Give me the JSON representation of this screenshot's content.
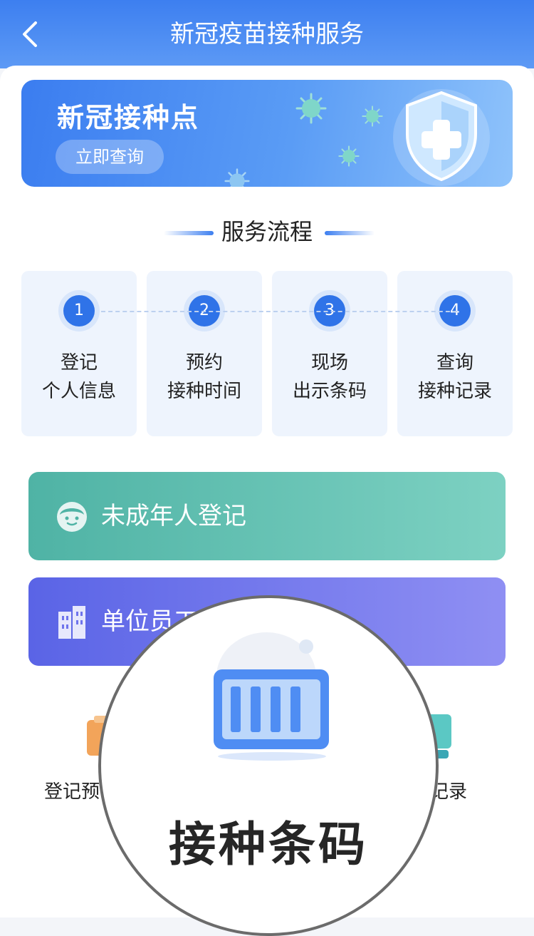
{
  "header": {
    "title": "新冠疫苗接种服务",
    "back_icon": "chevron-left-icon"
  },
  "banner": {
    "title": "新冠接种点",
    "button_label": "立即查询",
    "illustration_icon": "shield-plus-icon"
  },
  "process": {
    "title": "服务流程",
    "steps": [
      {
        "number": "1",
        "line1": "登记",
        "line2": "个人信息"
      },
      {
        "number": "2",
        "line1": "预约",
        "line2": "接种时间"
      },
      {
        "number": "3",
        "line1": "现场",
        "line2": "出示条码"
      },
      {
        "number": "4",
        "line1": "查询",
        "line2": "接种记录"
      }
    ]
  },
  "actions": {
    "minor_label": "未成年人登记",
    "minor_icon": "child-face-icon",
    "unit_label": "单位员工登记",
    "unit_icon": "building-icon"
  },
  "grid": {
    "left_label": "登记预",
    "right_label": "记录"
  },
  "magnifier": {
    "label": "接种条码",
    "icon": "barcode-icon"
  },
  "colors": {
    "primary": "#3d7ff0",
    "teal": "#5cc0b2",
    "purple": "#6f74ec"
  }
}
